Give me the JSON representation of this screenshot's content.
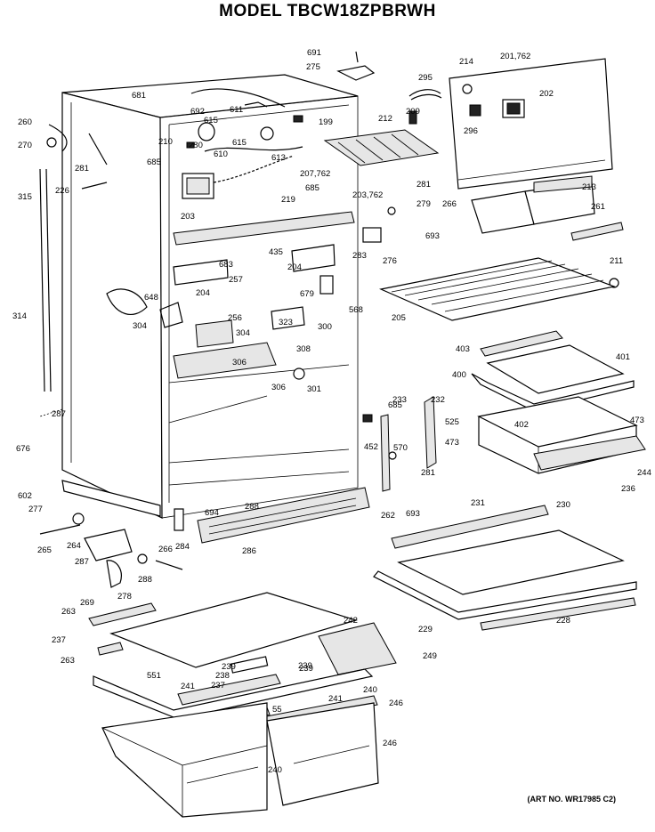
{
  "title": "MODEL TBCW18ZPBRWH",
  "art_number": "(ART NO. WR17985 C2)",
  "labels": [
    "691",
    "275",
    "295",
    "214",
    "201,762",
    "202",
    "296",
    "681",
    "692",
    "611",
    "615",
    "199",
    "212",
    "209",
    "260",
    "270",
    "281",
    "610",
    "615",
    "613",
    "210",
    "280",
    "685",
    "315",
    "226",
    "207,762",
    "685",
    "219",
    "203,762",
    "281",
    "279",
    "266",
    "213",
    "261",
    "203",
    "435",
    "283",
    "693",
    "276",
    "211",
    "683",
    "204",
    "257",
    "648",
    "204",
    "679",
    "300",
    "568",
    "205",
    "314",
    "304",
    "256",
    "323",
    "304",
    "308",
    "403",
    "401",
    "400",
    "306",
    "306",
    "301",
    "233",
    "685",
    "232",
    "402",
    "525",
    "473",
    "473",
    "287",
    "570",
    "676",
    "452",
    "281",
    "244",
    "236",
    "602",
    "277",
    "262",
    "693",
    "694",
    "288",
    "231",
    "230",
    "265",
    "264",
    "284",
    "287",
    "286",
    "266",
    "288",
    "278",
    "269",
    "263",
    "242",
    "229",
    "228",
    "237",
    "249",
    "263",
    "551",
    "238",
    "239",
    "239",
    "239",
    "237",
    "241",
    "55",
    "240",
    "241",
    "246",
    "246",
    "240"
  ]
}
